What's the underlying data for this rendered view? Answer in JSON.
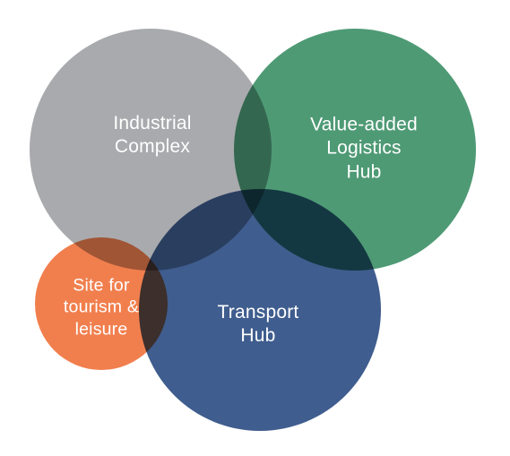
{
  "diagram": {
    "circles": [
      {
        "id": "industrial",
        "lines": [
          "Industrial",
          "Complex"
        ],
        "color": "#a9aaad"
      },
      {
        "id": "logistics",
        "lines": [
          "Value-added",
          "Logistics",
          "Hub"
        ],
        "color": "#4e9a75"
      },
      {
        "id": "transport",
        "lines": [
          "Transport",
          "Hub"
        ],
        "color": "#3f5d8e"
      },
      {
        "id": "tourism",
        "lines": [
          "Site for",
          "tourism &",
          "leisure"
        ],
        "color": "#f17f4e"
      }
    ]
  }
}
